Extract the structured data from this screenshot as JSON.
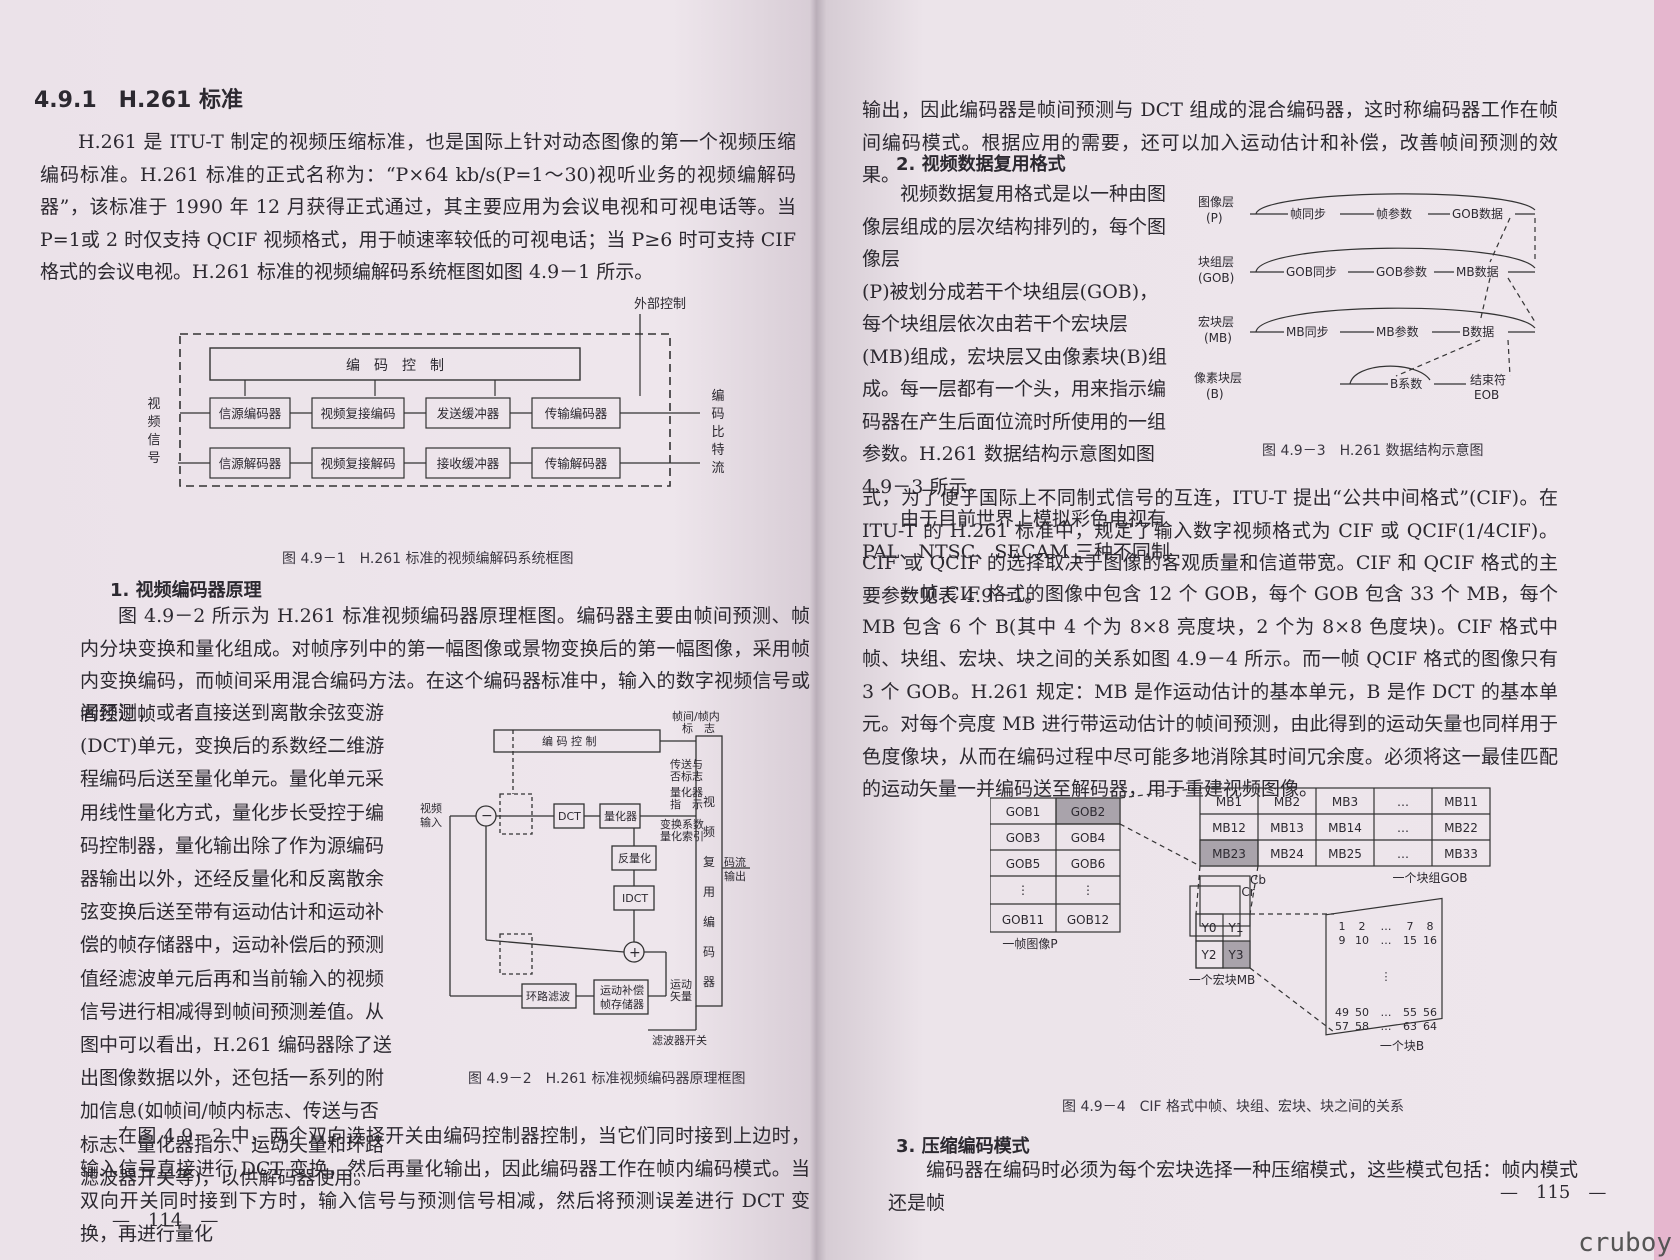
{
  "left": {
    "section_title": "4.9.1　H.261 标准",
    "para1": "H.261 是 ITU-T 制定的视频压缩标准，也是国际上针对动态图像的第一个视频压缩编码标准。H.261 标准的正式名称为：“P×64 kb/s(P=1～30)视听业务的视频编解码器”，该标准于 1990 年 12 月获得正式通过，其主要应用为会议电视和可视电话等。当P=1或 2 时仅支持 QCIF 视频格式，用于帧速率较低的可视电话；当 P≥6 时可支持 CIF 格式的会议电视。H.261 标准的视频编解码系统框图如图 4.9－1 所示。",
    "fig1": {
      "caption": "图 4.9－1　H.261 标准的视频编解码系统框图",
      "ext_control": "外部控制",
      "coding_control": "编　码　控　制",
      "row1": [
        "信源编码器",
        "视频复接编码",
        "发送缓冲器",
        "传输编码器"
      ],
      "row2": [
        "信源解码器",
        "视频复接解码",
        "接收缓冲器",
        "传输解码器"
      ],
      "left_label": [
        "视",
        "频",
        "信",
        "号"
      ],
      "right_label": [
        "编",
        "码",
        "比",
        "特",
        "流"
      ]
    },
    "sub1": "1. 视频编码器原理",
    "para2a": "图 4.9－2 所示为 H.261 标准视频编码器原理框图。编码器主要由帧间预测、帧内分块变换和量化组成。对帧序列中的第一幅图像或景物变换后的第一幅图像，采用帧内变换编码，而帧间采用混合编码方法。在这个编码器标准中，输入的数字视频信号或者经过帧",
    "para2b": [
      "间预测，或者直接送到离散余弦变游",
      "(DCT)单元，变换后的系数经二维游",
      "程编码后送至量化单元。量化单元采",
      "用线性量化方式，量化步长受控于编",
      "码控制器，量化输出除了作为源编码",
      "器输出以外，还经反量化和反离散余",
      "弦变换后送至带有运动估计和运动补",
      "偿的帧存储器中，运动补偿后的预测",
      "值经滤波单元后再和当前输入的视频",
      "信号进行相减得到帧间预测差值。从",
      "图中可以看出，H.261 编码器除了送",
      "出图像数据以外，还包括一系列的附",
      "加信息(如帧间/帧内标志、传送与否",
      "标志、量化器指示、运动矢量和环路",
      "滤波器开关等)，以供解码器使用。"
    ],
    "fig2": {
      "caption": "图 4.9－2　H.261 标准视频编码器原理框图",
      "coding_control": "编 码 控 制",
      "input": [
        "视频",
        "输入"
      ],
      "dct": "DCT",
      "quant": "量化器",
      "iquant": "反量化",
      "idct": "IDCT",
      "loop": "环路滤波",
      "mc": [
        "运动补偿",
        "帧存储器"
      ],
      "flags": [
        "帧间/帧内",
        "标　志"
      ],
      "tx": [
        "传送与",
        "否标志"
      ],
      "qind": [
        "量化器",
        "指　示"
      ],
      "coef": [
        "变换系数",
        "量化索引"
      ],
      "mv": [
        "运动",
        "矢量"
      ],
      "filter_sw": "滤波器开关",
      "mux": [
        "视",
        "频",
        "复",
        "用",
        "编",
        "码",
        "器"
      ],
      "out": [
        "码流",
        "输出"
      ],
      "plus": "+",
      "minus": "−"
    },
    "para3": "在图 4.9－2 中，两个双向选择开关由编码控制器控制，当它们同时接到上边时，输入信号直接进行 DCT 变换，然后再量化输出，因此编码器工作在帧内编码模式。当双向开关同时接到下方时，输入信号与预测信号相减，然后将预测误差进行 DCT 变换，再进行量化",
    "page_no": "—　114　—"
  },
  "right": {
    "para1": "输出，因此编码器是帧间预测与 DCT 组成的混合编码器，这时称编码器工作在帧间编码模式。根据应用的需要，还可以加入运动估计和补偿，改善帧间预测的效果。",
    "sub2": "2. 视频数据复用格式",
    "para2": [
      "视频数据复用格式是以一种由图",
      "像层组成的层次结构排列的，每个图像层",
      "(P)被划分成若干个块组层(GOB)，",
      "每个块组层依次由若干个宏块层",
      "(MB)组成，宏块层又由像素块(B)组",
      "成。每一层都有一个头，用来指示编",
      "码器在产生后面位流时所使用的一组",
      "参数。H.261 数据结构示意图如图",
      "4.9－3 所示。",
      "　　由于目前世界上模拟彩色电视有",
      "PAL、NTSC、SECAM 三种不同制"
    ],
    "fig3": {
      "caption": "图 4.9－3　H.261 数据结构示意图",
      "layers": [
        [
          "图像层",
          "(P)"
        ],
        [
          "块组层",
          "(GOB)"
        ],
        [
          "宏块层",
          "(MB)"
        ],
        [
          "像素块层",
          "(B)"
        ]
      ],
      "row_p": [
        "帧同步",
        "帧参数",
        "GOB数据"
      ],
      "row_gob": [
        "GOB同步",
        "GOB参数",
        "MB数据"
      ],
      "row_mb": [
        "MB同步",
        "MB参数",
        "B数据"
      ],
      "row_b": [
        "B系数",
        "结束符",
        "EOB"
      ]
    },
    "para3": "式，为了便于国际上不同制式信号的互连，ITU-T 提出“公共中间格式”(CIF)。在 ITU-T 的 H.261 标准中，规定了输入数字视频格式为 CIF 或 QCIF(1/4CIF)。CIF 或 QCIF 的选择取决于图像的客观质量和信道带宽。CIF 和 QCIF 格式的主要参数见表 4.9－1。",
    "para4": "一帧 CIF 格式的图像中包含 12 个 GOB，每个 GOB 包含 33 个 MB，每个 MB 包含 6 个 B(其中 4 个为 8×8 亮度块，2 个为 8×8 色度块)。CIF 格式中帧、块组、宏块、块之间的关系如图 4.9－4 所示。而一帧 QCIF 格式的图像只有 3 个 GOB。H.261 规定：MB 是作运动估计的基本单元，B 是作 DCT 的基本单元。对每个亮度 MB 进行带运动估计的帧间预测，由此得到的运动矢量也同样用于色度像块，从而在编码过程中尽可能多地消除其时间冗余度。必须将这一最佳匹配的运动矢量一并编码送至解码器，用于重建视频图像。",
    "fig4": {
      "caption": "图 4.9－4　CIF 格式中帧、块组、宏块、块之间的关系",
      "gob_grid": [
        [
          "GOB1",
          "GOB2"
        ],
        [
          "GOB3",
          "GOB4"
        ],
        [
          "GOB5",
          "GOB6"
        ],
        [
          "⋮",
          "⋮"
        ],
        [
          "GOB11",
          "GOB12"
        ]
      ],
      "frame_label": "一帧图像P",
      "mb_grid": [
        [
          "MB1",
          "MB2",
          "MB3",
          "…",
          "MB11"
        ],
        [
          "MB12",
          "MB13",
          "MB14",
          "…",
          "MB22"
        ],
        [
          "MB23",
          "MB24",
          "MB25",
          "…",
          "MB33"
        ]
      ],
      "gob_label": "一个块组GOB",
      "y_blocks": [
        "Y0",
        "Y1",
        "Y2",
        "Y3"
      ],
      "cb": "Cb",
      "cr": "Cr",
      "mb_label": "一个宏块MB",
      "b_grid": [
        [
          "1",
          "2",
          "…",
          "7",
          "8"
        ],
        [
          "9",
          "10",
          "…",
          "15",
          "16"
        ],
        [
          "⋮"
        ],
        [
          "49",
          "50",
          "…",
          "55",
          "56"
        ],
        [
          "57",
          "58",
          "…",
          "63",
          "64"
        ]
      ],
      "b_label": "一个块B"
    },
    "sub3": "3. 压缩编码模式",
    "para5": "编码器在编码时必须为每个宏块选择一种压缩模式，这些模式包括：帧内模式还是帧",
    "page_no": "—　115　—"
  },
  "watermark": "cruboy"
}
